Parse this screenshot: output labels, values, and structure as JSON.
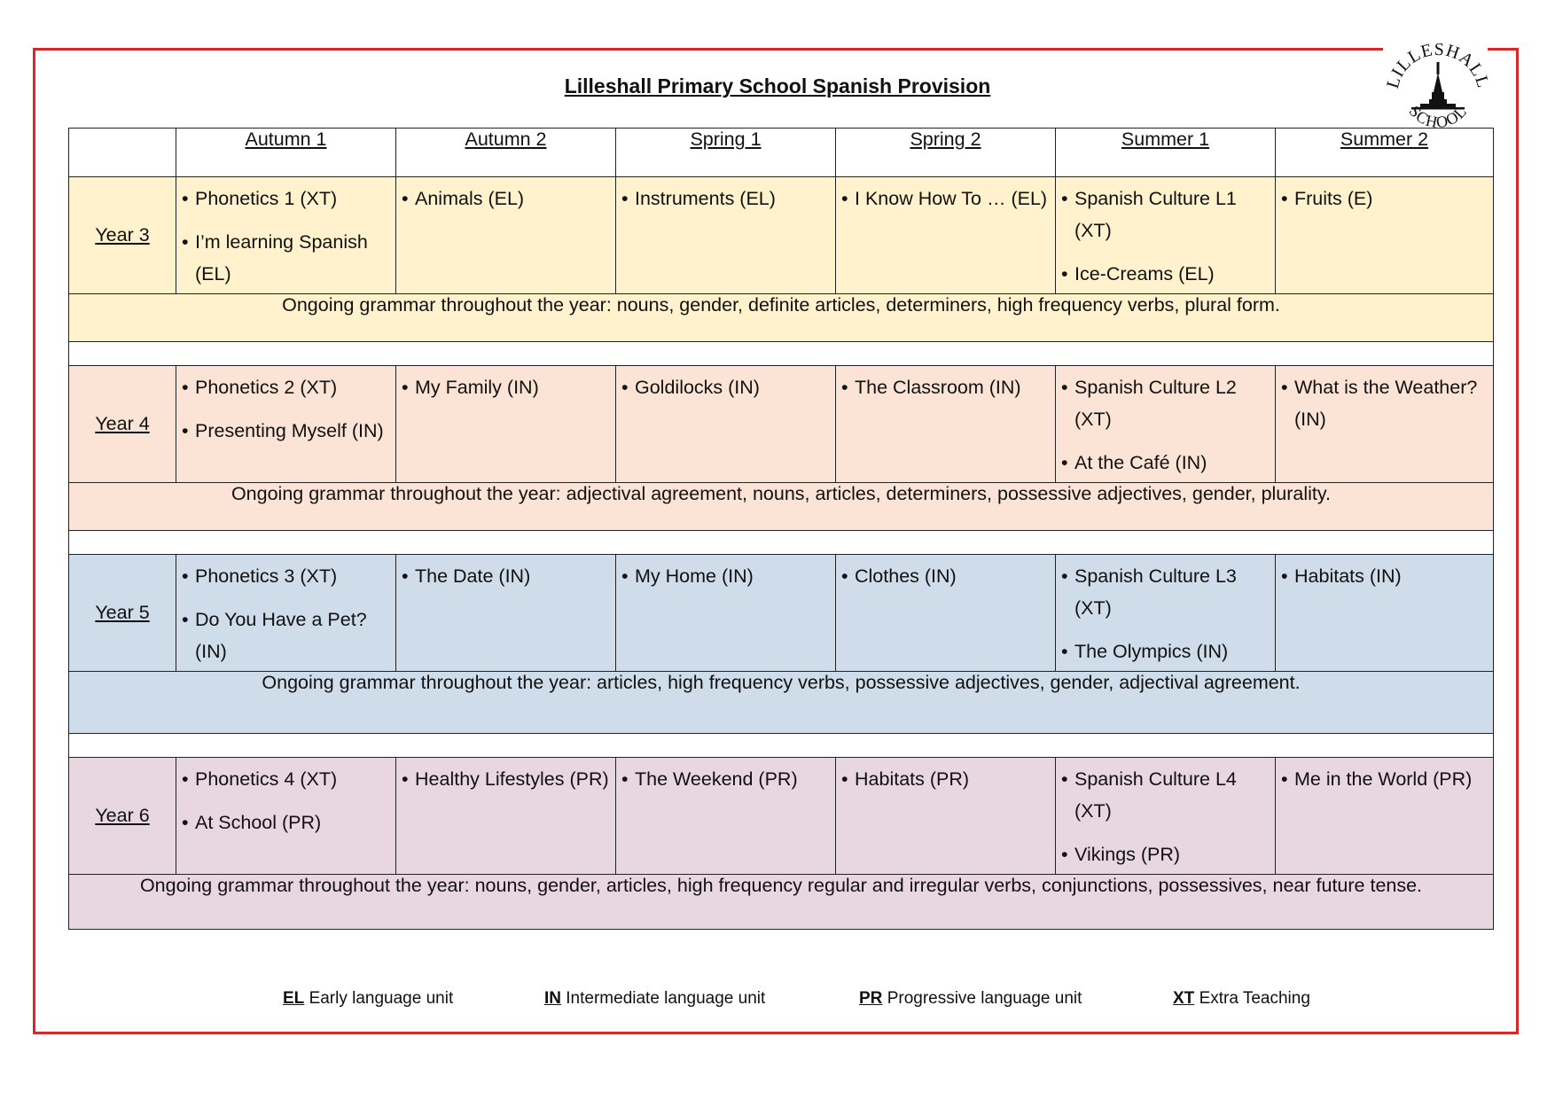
{
  "title": "Lilleshall Primary School Spanish Provision",
  "logo": {
    "top_text": "LILLESHALL",
    "bottom_text": "SCHOOL",
    "icon": "church-spire-icon"
  },
  "colors": {
    "border": "#d62828",
    "year3": "#fff2cc",
    "year4": "#fbe4d5",
    "year5": "#cfdce9",
    "year6": "#e8d6e1"
  },
  "terms": [
    "Autumn 1",
    "Autumn 2",
    "Spring 1",
    "Spring 2",
    "Summer 1",
    "Summer 2"
  ],
  "years": [
    {
      "label": "Year 3",
      "cells": [
        [
          "Phonetics 1 (XT)",
          "I’m learning Spanish (EL)"
        ],
        [
          "Animals (EL)"
        ],
        [
          "Instruments (EL)"
        ],
        [
          "I Know How To … (EL)"
        ],
        [
          "Spanish Culture L1 (XT)",
          " Ice-Creams (EL)"
        ],
        [
          "Fruits (E)"
        ]
      ],
      "grammar": "Ongoing grammar throughout the year: nouns, gender, definite articles, determiners, high frequency verbs, plural form."
    },
    {
      "label": "Year 4",
      "cells": [
        [
          "Phonetics 2  (XT)",
          "Presenting Myself (IN)"
        ],
        [
          "My Family (IN)"
        ],
        [
          "Goldilocks (IN)"
        ],
        [
          " The Classroom (IN)"
        ],
        [
          "Spanish Culture L2 (XT)",
          "At the Café (IN)"
        ],
        [
          "What is the Weather? (IN)"
        ]
      ],
      "grammar": "Ongoing grammar throughout the year: adjectival agreement, nouns, articles, determiners, possessive adjectives, gender, plurality."
    },
    {
      "label": "Year 5",
      "cells": [
        [
          "Phonetics 3  (XT)",
          "Do You Have a Pet? (IN)"
        ],
        [
          "The Date (IN)"
        ],
        [
          "My Home (IN)"
        ],
        [
          "Clothes (IN)"
        ],
        [
          "Spanish Culture L3 (XT)",
          "The Olympics (IN)"
        ],
        [
          "Habitats (IN)"
        ]
      ],
      "grammar": "Ongoing grammar throughout the year: articles, high frequency verbs, possessive adjectives, gender, adjectival agreement."
    },
    {
      "label": "Year 6",
      "cells": [
        [
          "Phonetics 4 (XT)",
          "At School (PR)"
        ],
        [
          " Healthy Lifestyles (PR)"
        ],
        [
          "The Weekend (PR)"
        ],
        [
          " Habitats (PR)"
        ],
        [
          "Spanish Culture L4 (XT)",
          "Vikings (PR)"
        ],
        [
          "Me in the World (PR)"
        ]
      ],
      "grammar": "Ongoing grammar throughout the year: nouns, gender, articles, high frequency regular and irregular verbs, conjunctions, possessives, near future tense."
    }
  ],
  "legend": [
    {
      "code": "EL",
      "text": "Early language unit"
    },
    {
      "code": "IN",
      "text": "Intermediate language unit"
    },
    {
      "code": "PR",
      "text": "Progressive language unit"
    },
    {
      "code": "XT",
      "text": "Extra Teaching"
    }
  ]
}
